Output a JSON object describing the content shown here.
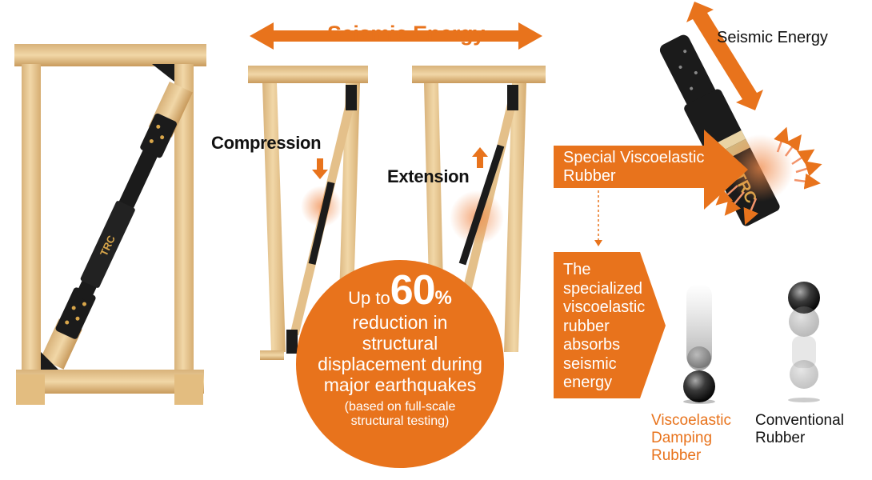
{
  "header": {
    "seismic_energy": "Seismic Energy"
  },
  "labels": {
    "compression": "Compression",
    "extension": "Extension",
    "seismic_energy_right": "Seismic Energy"
  },
  "brand_text": "TRC",
  "circle": {
    "prefix": "Up to",
    "number": "60",
    "percent": "%",
    "lines": [
      "reduction in",
      "structural",
      "displacement during",
      "major earthquakes"
    ],
    "note": [
      "(based on full-scale",
      "structural testing)"
    ]
  },
  "rubber_box": {
    "lines": [
      "Special Viscoelastic",
      "Rubber"
    ]
  },
  "absorb_box": {
    "lines": [
      "The",
      "specialized",
      "viscoelastic",
      "rubber",
      "absorbs",
      "seismic",
      "energy"
    ]
  },
  "captions": {
    "viscoelastic": [
      "Viscoelastic",
      "Damping",
      "Rubber"
    ],
    "conventional": [
      "Conventional",
      "Rubber"
    ]
  },
  "colors": {
    "orange": "#e8731c",
    "wood": "#e9c890",
    "wood_dark": "#c99a5a",
    "damper": "#1b1b1b"
  }
}
